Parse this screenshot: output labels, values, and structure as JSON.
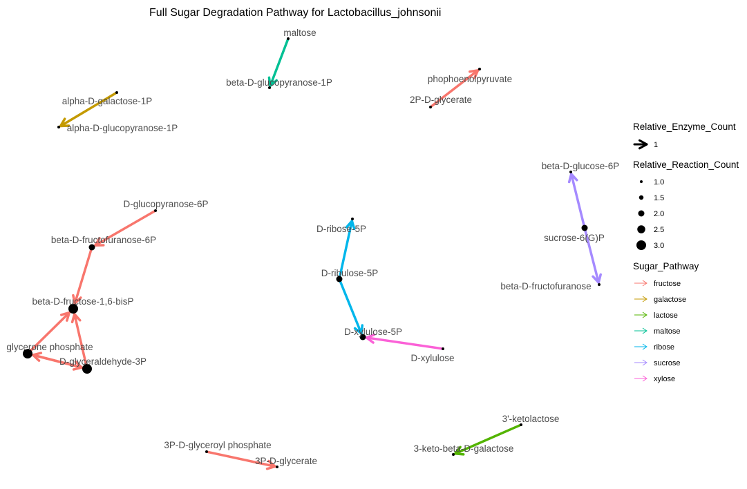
{
  "title": "Full Sugar Degradation Pathway for Lactobacillus_johnsonii",
  "colors": {
    "fructose": "#F8766D",
    "galactose": "#C49A00",
    "lactose": "#53B400",
    "maltose": "#00C094",
    "ribose": "#00B6EB",
    "sucrose": "#A58AFF",
    "xylose": "#FB61D7"
  },
  "nodes": {
    "maltose": {
      "label": "maltose",
      "count": 1
    },
    "bglc1p": {
      "label": "beta-D-glucopyranose-1P",
      "count": 1
    },
    "agal1p": {
      "label": "alpha-D-galactose-1P",
      "count": 1
    },
    "aglc1p": {
      "label": "alpha-D-glucopyranose-1P",
      "count": 1
    },
    "pep": {
      "label": "phophoenolpyruvate",
      "count": 1
    },
    "pg2": {
      "label": "2P-D-glycerate",
      "count": 1
    },
    "g6p": {
      "label": "D-glucopyranose-6P",
      "count": 1
    },
    "f6p": {
      "label": "beta-D-fructofuranose-6P",
      "count": 2
    },
    "fbp": {
      "label": "beta-D-fructose-1,6-bisP",
      "count": 3
    },
    "dhap": {
      "label": "glycerone phosphate",
      "count": 3
    },
    "gap": {
      "label": "D-glyceraldehyde-3P",
      "count": 3
    },
    "rib5p": {
      "label": "D-ribose-5P",
      "count": 1
    },
    "ribu5p": {
      "label": "D-ribulose-5P",
      "count": 2
    },
    "xyl5p": {
      "label": "D-xylulose-5P",
      "count": 2
    },
    "xyl": {
      "label": "D-xylulose",
      "count": 1
    },
    "bglc6p": {
      "label": "beta-D-glucose-6P",
      "count": 1
    },
    "suc6p": {
      "label": "sucrose-6(G)P",
      "count": 2
    },
    "bfru": {
      "label": "beta-D-fructofuranose",
      "count": 1
    },
    "ketolac": {
      "label": "3'-ketolactose",
      "count": 1
    },
    "ketogal": {
      "label": "3-keto-beta-D-galactose",
      "count": 1
    },
    "bpg": {
      "label": "3P-D-glyceroyl phosphate",
      "count": 1
    },
    "pg3": {
      "label": "3P-D-glycerate",
      "count": 1
    }
  },
  "edges": [
    {
      "from": "maltose",
      "to": "bglc1p",
      "pathway": "maltose"
    },
    {
      "from": "agal1p",
      "to": "aglc1p",
      "pathway": "galactose"
    },
    {
      "from": "pg2",
      "to": "pep",
      "pathway": "fructose"
    },
    {
      "from": "g6p",
      "to": "f6p",
      "pathway": "fructose"
    },
    {
      "from": "f6p",
      "to": "fbp",
      "pathway": "fructose"
    },
    {
      "from": "dhap",
      "to": "fbp",
      "pathway": "fructose"
    },
    {
      "from": "gap",
      "to": "fbp",
      "pathway": "fructose"
    },
    {
      "from": "dhap",
      "to": "gap",
      "pathway": "fructose"
    },
    {
      "from": "gap",
      "to": "dhap",
      "pathway": "fructose"
    },
    {
      "from": "ribu5p",
      "to": "rib5p",
      "pathway": "ribose"
    },
    {
      "from": "ribu5p",
      "to": "xyl5p",
      "pathway": "ribose"
    },
    {
      "from": "xyl",
      "to": "xyl5p",
      "pathway": "xylose"
    },
    {
      "from": "suc6p",
      "to": "bglc6p",
      "pathway": "sucrose"
    },
    {
      "from": "suc6p",
      "to": "bfru",
      "pathway": "sucrose"
    },
    {
      "from": "ketolac",
      "to": "ketogal",
      "pathway": "lactose"
    },
    {
      "from": "bpg",
      "to": "pg3",
      "pathway": "fructose"
    }
  ],
  "legend": {
    "enzyme": {
      "title": "Relative_Enzyme_Count",
      "items": [
        {
          "label": "1",
          "value": 1
        }
      ]
    },
    "reaction": {
      "title": "Relative_Reaction_Count",
      "items": [
        {
          "label": "1.0",
          "value": 1.0
        },
        {
          "label": "1.5",
          "value": 1.5
        },
        {
          "label": "2.0",
          "value": 2.0
        },
        {
          "label": "2.5",
          "value": 2.5
        },
        {
          "label": "3.0",
          "value": 3.0
        }
      ]
    },
    "pathway": {
      "title": "Sugar_Pathway",
      "items": [
        "fructose",
        "galactose",
        "lactose",
        "maltose",
        "ribose",
        "sucrose",
        "xylose"
      ]
    }
  }
}
